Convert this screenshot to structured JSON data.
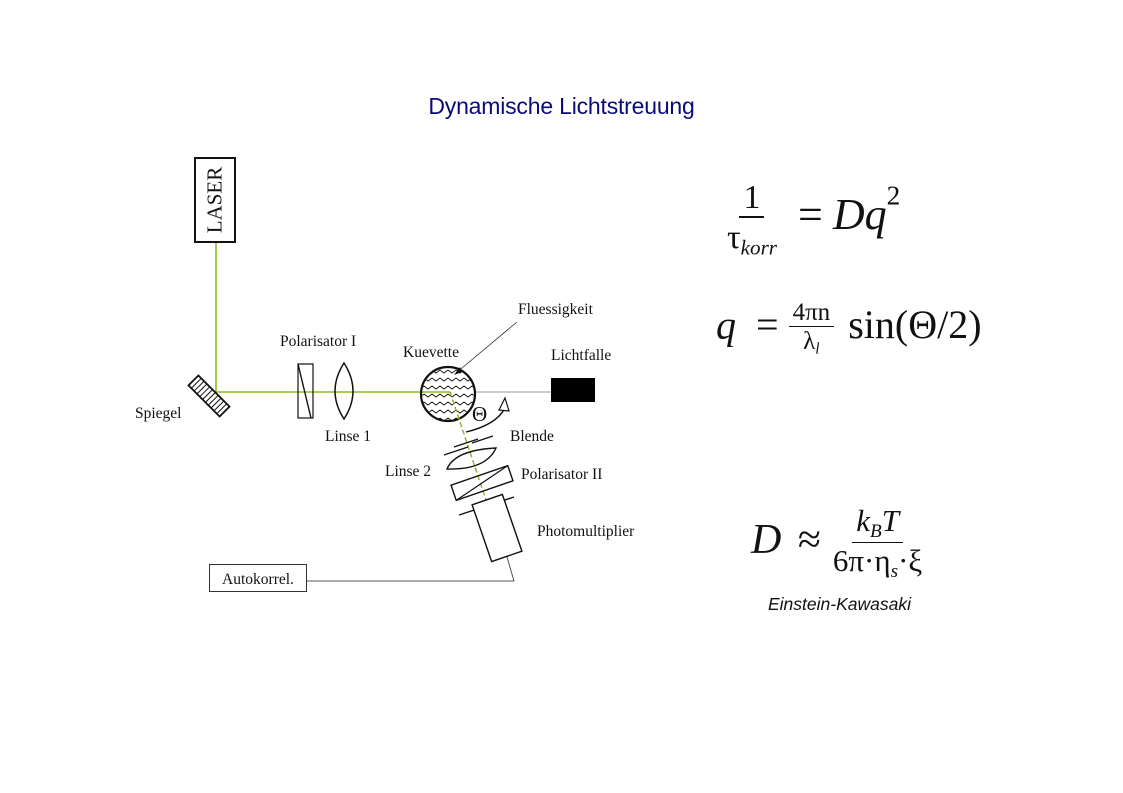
{
  "title": "Dynamische Lichtstreuung",
  "diagram": {
    "components": {
      "laser": "LASER",
      "mirror": "Spiegel",
      "polarizer1": "Polarisator I",
      "lens1": "Linse 1",
      "cuvette": "Kuevette",
      "liquid": "Fluessigkeit",
      "light_trap": "Lichtfalle",
      "scattering_angle": "Θ",
      "aperture": "Blende",
      "lens2": "Linse 2",
      "polarizer2": "Polarisator II",
      "photomultiplier": "Photomultiplier",
      "autocorrelator": "Autokorrel."
    },
    "colors": {
      "beam": "#8fbc1e",
      "line": "#111111",
      "transmitted": "#bbbbbb",
      "title": "#0a0a7a"
    }
  },
  "formulas": {
    "correlation": {
      "numerator": "1",
      "tau": "τ",
      "tau_sub": "korr",
      "equals": "=",
      "rhs": "Dq",
      "exponent": "2"
    },
    "scattering_vector": {
      "lhs": "q",
      "equals": "=",
      "numerator": "4πn",
      "denominator": "λ",
      "denominator_sub": "l",
      "rhs": "sin(Θ/2)"
    },
    "einstein_kawasaki": {
      "lhs": "D",
      "approx": "≈",
      "numerator": "k",
      "numerator_sub": "B",
      "numerator_rest": "T",
      "denominator_a": "6π·η",
      "denominator_sub": "s",
      "denominator_b": "·ξ",
      "caption": "Einstein-Kawasaki"
    }
  }
}
